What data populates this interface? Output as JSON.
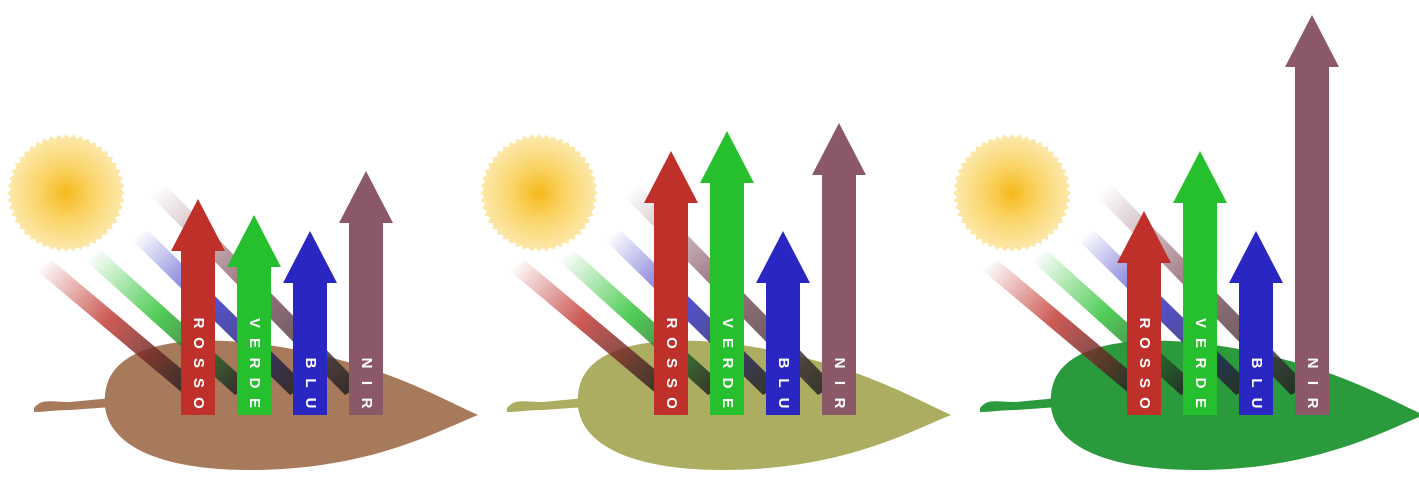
{
  "colors": {
    "sun": "#f7c21c",
    "red": "#c0302a",
    "green": "#26c02e",
    "blue": "#2a26c2",
    "nir": "#8a5866",
    "label_text": "#ffffff"
  },
  "panels": [
    {
      "state": "brown-leaf",
      "leaf_color": "#a87a5c",
      "arrows": [
        {
          "key": "red",
          "label": "ROSSO",
          "letters": [
            "R",
            "O",
            "S",
            "S",
            "O"
          ],
          "level": 0.54
        },
        {
          "key": "green",
          "label": "VERDE",
          "letters": [
            "V",
            "E",
            "R",
            "D",
            "E"
          ],
          "level": 0.5
        },
        {
          "key": "blue",
          "label": "BLU",
          "letters": [
            "B",
            "L",
            "U"
          ],
          "level": 0.46
        },
        {
          "key": "nir",
          "label": "NIR",
          "letters": [
            "N",
            "I",
            "R"
          ],
          "level": 0.61
        }
      ]
    },
    {
      "state": "yellowish-leaf",
      "leaf_color": "#adad62",
      "arrows": [
        {
          "key": "red",
          "label": "ROSSO",
          "letters": [
            "R",
            "O",
            "S",
            "S",
            "O"
          ],
          "level": 0.66
        },
        {
          "key": "green",
          "label": "VERDE",
          "letters": [
            "V",
            "E",
            "R",
            "D",
            "E"
          ],
          "level": 0.71
        },
        {
          "key": "blue",
          "label": "BLU",
          "letters": [
            "B",
            "L",
            "U"
          ],
          "level": 0.46
        },
        {
          "key": "nir",
          "label": "NIR",
          "letters": [
            "N",
            "I",
            "R"
          ],
          "level": 0.73
        }
      ]
    },
    {
      "state": "green-leaf",
      "leaf_color": "#2a9a3d",
      "arrows": [
        {
          "key": "red",
          "label": "ROSSO",
          "letters": [
            "R",
            "O",
            "S",
            "S",
            "O"
          ],
          "level": 0.51
        },
        {
          "key": "green",
          "label": "VERDE",
          "letters": [
            "V",
            "E",
            "R",
            "D",
            "E"
          ],
          "level": 0.66
        },
        {
          "key": "blue",
          "label": "BLU",
          "letters": [
            "B",
            "L",
            "U"
          ],
          "level": 0.46
        },
        {
          "key": "nir",
          "label": "NIR",
          "letters": [
            "N",
            "I",
            "R"
          ],
          "level": 1.0
        }
      ]
    }
  ]
}
